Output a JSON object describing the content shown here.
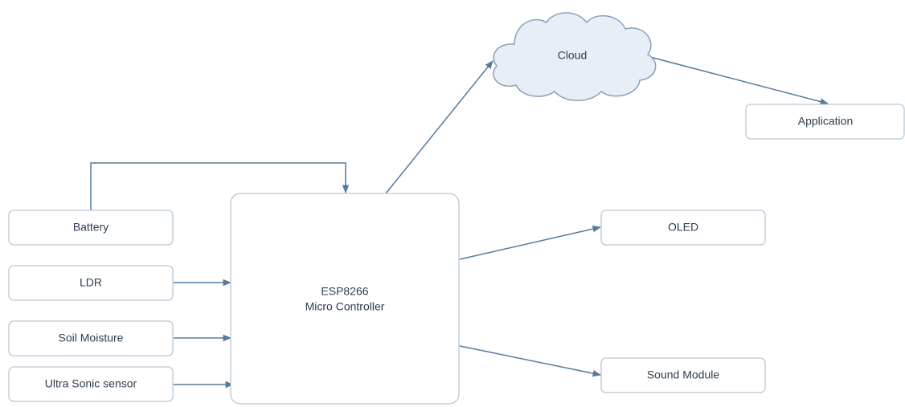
{
  "nodes": {
    "cloud": "Cloud",
    "application": "Application",
    "battery": "Battery",
    "ldr": "LDR",
    "soil_moisture": "Soil Moisture",
    "ultrasonic": "Ultra Sonic sensor",
    "controller_line1": "ESP8266",
    "controller_line2": "Micro Controller",
    "oled": "OLED",
    "sound_module": "Sound Module"
  },
  "colors": {
    "box_border": "#b9c7d3",
    "arrow": "#557a9c",
    "cloud_fill": "#e7eef6",
    "text": "#2e3d4f"
  }
}
